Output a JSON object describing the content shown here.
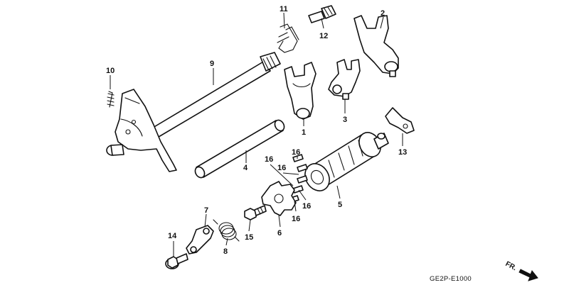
{
  "diagram": {
    "callouts": [
      {
        "id": "c1",
        "label": "1"
      },
      {
        "id": "c2",
        "label": "2"
      },
      {
        "id": "c3",
        "label": "3"
      },
      {
        "id": "c4",
        "label": "4"
      },
      {
        "id": "c5",
        "label": "5"
      },
      {
        "id": "c6",
        "label": "6"
      },
      {
        "id": "c7",
        "label": "7"
      },
      {
        "id": "c8",
        "label": "8"
      },
      {
        "id": "c9",
        "label": "9"
      },
      {
        "id": "c10",
        "label": "10"
      },
      {
        "id": "c11",
        "label": "11"
      },
      {
        "id": "c12",
        "label": "12"
      },
      {
        "id": "c13",
        "label": "13"
      },
      {
        "id": "c14",
        "label": "14"
      },
      {
        "id": "c15",
        "label": "15"
      },
      {
        "id": "c16a",
        "label": "16"
      },
      {
        "id": "c16b",
        "label": "16"
      },
      {
        "id": "c16c",
        "label": "16"
      },
      {
        "id": "c16d",
        "label": "16"
      },
      {
        "id": "c16e",
        "label": "16"
      }
    ],
    "drawing_code": "GE2P-E1000",
    "direction_label": "FR."
  }
}
